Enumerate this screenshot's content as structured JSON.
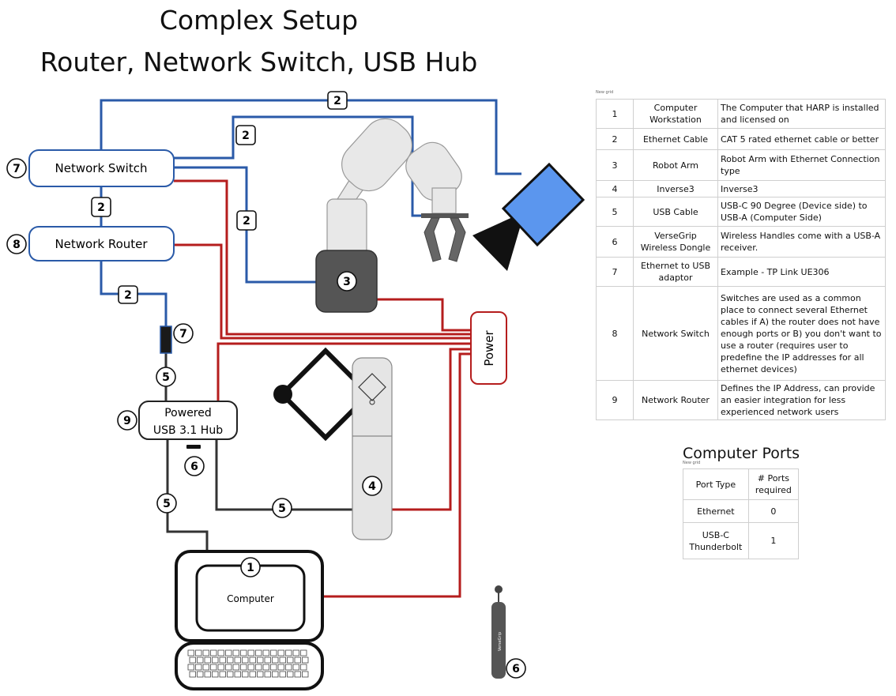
{
  "title_line1": "Complex Setup",
  "title_line2": "Router, Network Switch, USB Hub",
  "diagram": {
    "network_switch": "Network Switch",
    "network_router": "Network Router",
    "hub_line1": "Powered",
    "hub_line2": "USB 3.1 Hub",
    "power": "Power",
    "computer": "Computer",
    "versegrip": "VerseGrip",
    "markers": {
      "n1": "1",
      "n2": "2",
      "n3": "3",
      "n4": "4",
      "n5": "5",
      "n6": "6",
      "n7": "7",
      "n8": "8",
      "n9": "9"
    }
  },
  "legend": {
    "caption": "New grid",
    "rows": [
      {
        "num": "1",
        "name": "Computer Workstation",
        "desc": "The Computer that HARP is installed and licensed on"
      },
      {
        "num": "2",
        "name": "Ethernet Cable",
        "desc": "CAT 5 rated ethernet cable or better"
      },
      {
        "num": "3",
        "name": "Robot Arm",
        "desc": "Robot Arm with Ethernet Connection type"
      },
      {
        "num": "4",
        "name": "Inverse3",
        "desc": "Inverse3"
      },
      {
        "num": "5",
        "name": "USB Cable",
        "desc": "USB-C 90 Degree (Device side) to USB-A (Computer Side)"
      },
      {
        "num": "6",
        "name": "VerseGrip Wireless Dongle",
        "desc": "Wireless Handles come with a USB-A receiver."
      },
      {
        "num": "7",
        "name": "Ethernet to USB adaptor",
        "desc": "Example - TP Link UE306"
      },
      {
        "num": "8",
        "name": "Network Switch",
        "desc": "Switches are used as a common place to connect several Ethernet cables if A) the router does not have enough ports or B) you don't want to use a router (requires user to predefine the IP addresses for all ethernet devices)"
      },
      {
        "num": "9",
        "name": "Network Router",
        "desc": "Defines the IP Address, can provide an easier integration for less experienced network users"
      }
    ]
  },
  "ports": {
    "title": "Computer Ports",
    "caption": "New grid",
    "header_type": "Port Type",
    "header_count": "# Ports required",
    "rows": [
      {
        "type": "Ethernet",
        "count": "0"
      },
      {
        "type": "USB-C Thunderbolt",
        "count": "1"
      }
    ]
  },
  "colors": {
    "ethernet": "#2a5aa8",
    "power": "#b51d1d",
    "usb": "#333333",
    "camera_screen": "#5b96ee"
  }
}
